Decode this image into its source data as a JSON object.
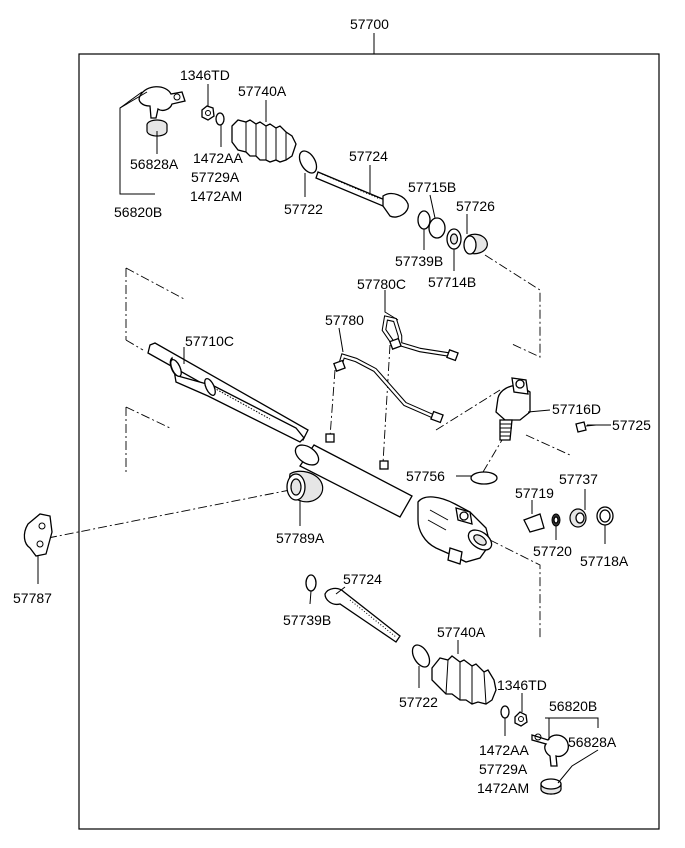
{
  "assembly_number": "57700",
  "labels": {
    "p1346TD_top": "1346TD",
    "p57740A_top": "57740A",
    "p1472AA_top": "1472AA",
    "p56828A_top": "56828A",
    "p57729A_top": "57729A",
    "p1472AM_top": "1472AM",
    "p56820B_top": "56820B",
    "p57724_top": "57724",
    "p57722_top": "57722",
    "p57715B": "57715B",
    "p57726": "57726",
    "p57739B_top": "57739B",
    "p57714B": "57714B",
    "p57780C": "57780C",
    "p57780": "57780",
    "p57710C": "57710C",
    "p57716D": "57716D",
    "p57725": "57725",
    "p57756": "57756",
    "p57737": "57737",
    "p57719": "57719",
    "p57789A": "57789A",
    "p57720": "57720",
    "p57718A": "57718A",
    "p57787": "57787",
    "p57724_bot": "57724",
    "p57739B_bot": "57739B",
    "p57740A_bot": "57740A",
    "p57722_bot": "57722",
    "p1346TD_bot": "1346TD",
    "p56820B_bot": "56820B",
    "p56828A_bot": "56828A",
    "p1472AA_bot": "1472AA",
    "p57729A_bot": "57729A",
    "p1472AM_bot": "1472AM"
  }
}
